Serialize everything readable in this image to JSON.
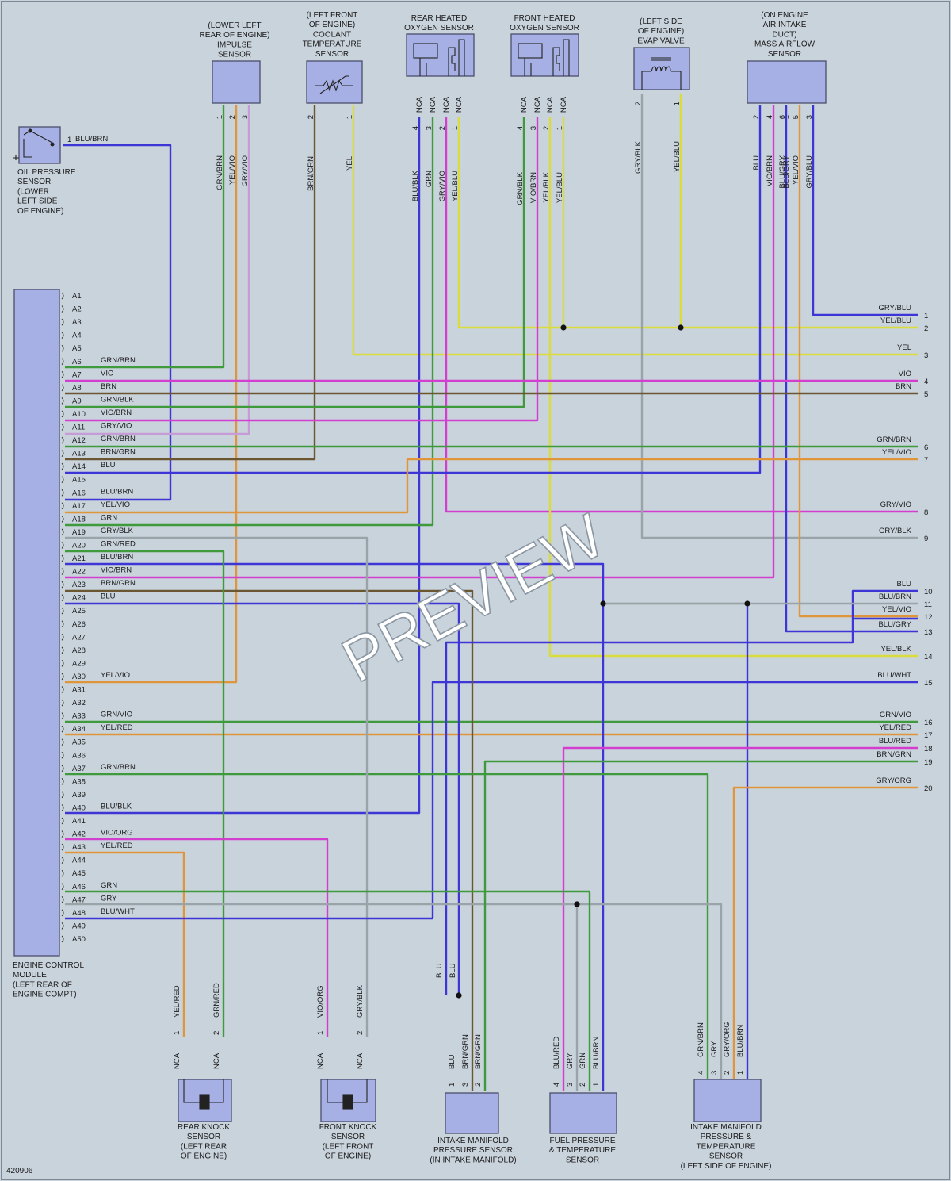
{
  "diagram_id": "420906",
  "watermark": "PREVIEW",
  "colors": {
    "BLU": "#3d35d6",
    "YEL": "#d9dc3a",
    "VIO": "#d23fcf",
    "BRN": "#6b5632",
    "GRN": "#3f9a3c",
    "GRY": "#9aa3a8",
    "ORG": "#e0953a",
    "background": "#c9d3dc"
  },
  "ecm": {
    "caption": [
      "ENGINE CONTROL",
      "MODULE",
      "(LEFT REAR OF",
      "ENGINE COMPT)"
    ],
    "pins": [
      "A1",
      "A2",
      "A3",
      "A4",
      "A5",
      "A6",
      "A7",
      "A8",
      "A9",
      "A10",
      "A11",
      "A12",
      "A13",
      "A14",
      "A15",
      "A16",
      "A17",
      "A18",
      "A19",
      "A20",
      "A21",
      "A22",
      "A23",
      "A24",
      "A25",
      "A26",
      "A27",
      "A28",
      "A29",
      "A30",
      "A31",
      "A32",
      "A33",
      "A34",
      "A35",
      "A36",
      "A37",
      "A38",
      "A39",
      "A40",
      "A41",
      "A42",
      "A43",
      "A44",
      "A45",
      "A46",
      "A47",
      "A48",
      "A49",
      "A50"
    ],
    "wire_labels": {
      "A6": "GRN/BRN",
      "A7": "VIO",
      "A8": "BRN",
      "A9": "GRN/BLK",
      "A10": "VIO/BRN",
      "A11": "GRY/VIO",
      "A12": "GRN/BRN",
      "A13": "BRN/GRN",
      "A14": "BLU",
      "A16": "BLU/BRN",
      "A17": "YEL/VIO",
      "A18": "GRN",
      "A19": "GRY/BLK",
      "A20": "GRN/RED",
      "A21": "BLU/BRN",
      "A22": "VIO/BRN",
      "A23": "BRN/GRN",
      "A24": "BLU",
      "A30": "YEL/VIO",
      "A33": "GRN/VIO",
      "A34": "YEL/RED",
      "A37": "GRN/BRN",
      "A40": "BLU/BLK",
      "A42": "VIO/ORG",
      "A43": "YEL/RED",
      "A46": "GRN",
      "A47": "GRY",
      "A48": "BLU/WHT"
    }
  },
  "components": {
    "oil_pressure": {
      "caption": [
        "OIL PRESSURE",
        "SENSOR",
        "(LOWER",
        "LEFT SIDE",
        "OF ENGINE)"
      ],
      "pin": "1",
      "wire": "BLU/BRN"
    },
    "impulse": {
      "caption": [
        "(LOWER LEFT",
        "REAR OF ENGINE)",
        "IMPULSE",
        "SENSOR"
      ],
      "pins": [
        "1",
        "2",
        "3"
      ],
      "wires": [
        "GRN/BRN",
        "YEL/VIO",
        "GRY/VIO"
      ]
    },
    "coolant": {
      "caption": [
        "(LEFT FRONT",
        "OF ENGINE)",
        "COOLANT",
        "TEMPERATURE",
        "SENSOR"
      ],
      "pins": [
        "2",
        "1"
      ],
      "wires": [
        "BRN/GRN",
        "YEL"
      ]
    },
    "rear_o2": {
      "caption": [
        "REAR HEATED",
        "OXYGEN SENSOR"
      ],
      "nca": [
        "NCA",
        "NCA",
        "NCA",
        "NCA"
      ],
      "pins": [
        "4",
        "3",
        "2",
        "1"
      ],
      "wires": [
        "BLU/BLK",
        "GRN",
        "GRY/VIO",
        "YEL/BLU"
      ]
    },
    "front_o2": {
      "caption": [
        "FRONT HEATED",
        "OXYGEN SENSOR"
      ],
      "nca": [
        "NCA",
        "NCA",
        "NCA",
        "NCA"
      ],
      "pins": [
        "4",
        "3",
        "2",
        "1"
      ],
      "wires": [
        "GRN/BLK",
        "VIO/BRN",
        "YEL/BLK",
        "YEL/BLU"
      ]
    },
    "evap": {
      "caption": [
        "(LEFT SIDE",
        "OF ENGINE)",
        "EVAP VALVE"
      ],
      "pins": [
        "2",
        "1"
      ],
      "wires": [
        "GRY/BLK",
        "YEL/BLU"
      ]
    },
    "maf": {
      "caption": [
        "(ON ENGINE",
        "AIR INTAKE",
        "DUCT)",
        "MASS AIRFLOW",
        "SENSOR"
      ],
      "pins": [
        "2",
        "4",
        "6",
        "1",
        "5",
        "3"
      ],
      "wires": [
        "BLU",
        "VIO/BRN",
        "BLU/GRY",
        "BLU/GRY",
        "YEL/VIO",
        "GRY/BLU"
      ]
    },
    "rear_knock": {
      "caption": [
        "REAR KNOCK",
        "SENSOR",
        "(LEFT REAR",
        "OF ENGINE)"
      ],
      "nca": [
        "NCA",
        "NCA"
      ],
      "pins": [
        "1",
        "2"
      ],
      "wires": [
        "YEL/RED",
        "GRN/RED"
      ]
    },
    "front_knock": {
      "caption": [
        "FRONT KNOCK",
        "SENSOR",
        "(LEFT FRONT",
        "OF ENGINE)"
      ],
      "nca": [
        "NCA",
        "NCA"
      ],
      "pins": [
        "1",
        "2"
      ],
      "wires": [
        "VIO/ORG",
        "GRY/BLK"
      ]
    },
    "map": {
      "caption": [
        "INTAKE MANIFOLD",
        "PRESSURE SENSOR",
        "(IN INTAKE MANIFOLD)"
      ],
      "pins": [
        "1",
        "3",
        "2"
      ],
      "wires": [
        "BLU",
        "BRN/GRN",
        "BRN/GRN"
      ],
      "upper_wires": [
        "BLU",
        "BLU"
      ]
    },
    "fuel": {
      "caption": [
        "FUEL PRESSURE",
        "& TEMPERATURE",
        "SENSOR"
      ],
      "pins": [
        "4",
        "3",
        "2",
        "1"
      ],
      "wires": [
        "BLU/RED",
        "GRY",
        "GRN",
        "BLU/BRN"
      ]
    },
    "tmap": {
      "caption": [
        "INTAKE MANIFOLD",
        "PRESSURE &",
        "TEMPERATURE",
        "SENSOR",
        "(LEFT SIDE OF ENGINE)"
      ],
      "pins": [
        "4",
        "3",
        "2",
        "1"
      ],
      "wires": [
        "GRN/BRN",
        "GRY",
        "GRY/ORG",
        "BLU/BRN"
      ]
    }
  },
  "right_connector": [
    {
      "n": "1",
      "w": "GRY/BLU"
    },
    {
      "n": "2",
      "w": "YEL/BLU"
    },
    {
      "n": "3",
      "w": "YEL"
    },
    {
      "n": "4",
      "w": "VIO"
    },
    {
      "n": "5",
      "w": "BRN"
    },
    {
      "n": "6",
      "w": "GRN/BRN"
    },
    {
      "n": "7",
      "w": "YEL/VIO"
    },
    {
      "n": "8",
      "w": "GRY/VIO"
    },
    {
      "n": "9",
      "w": "GRY/BLK"
    },
    {
      "n": "10",
      "w": "BLU"
    },
    {
      "n": "11",
      "w": "BLU/BRN"
    },
    {
      "n": "12",
      "w": "YEL/VIO"
    },
    {
      "n": "13",
      "w": "BLU/GRY"
    },
    {
      "n": "14",
      "w": "YEL/BLK"
    },
    {
      "n": "15",
      "w": "BLU/WHT"
    },
    {
      "n": "16",
      "w": "GRN/VIO"
    },
    {
      "n": "17",
      "w": "YEL/RED"
    },
    {
      "n": "18",
      "w": "BLU/RED"
    },
    {
      "n": "19",
      "w": "BRN/GRN"
    },
    {
      "n": "20",
      "w": "GRY/ORG"
    }
  ]
}
